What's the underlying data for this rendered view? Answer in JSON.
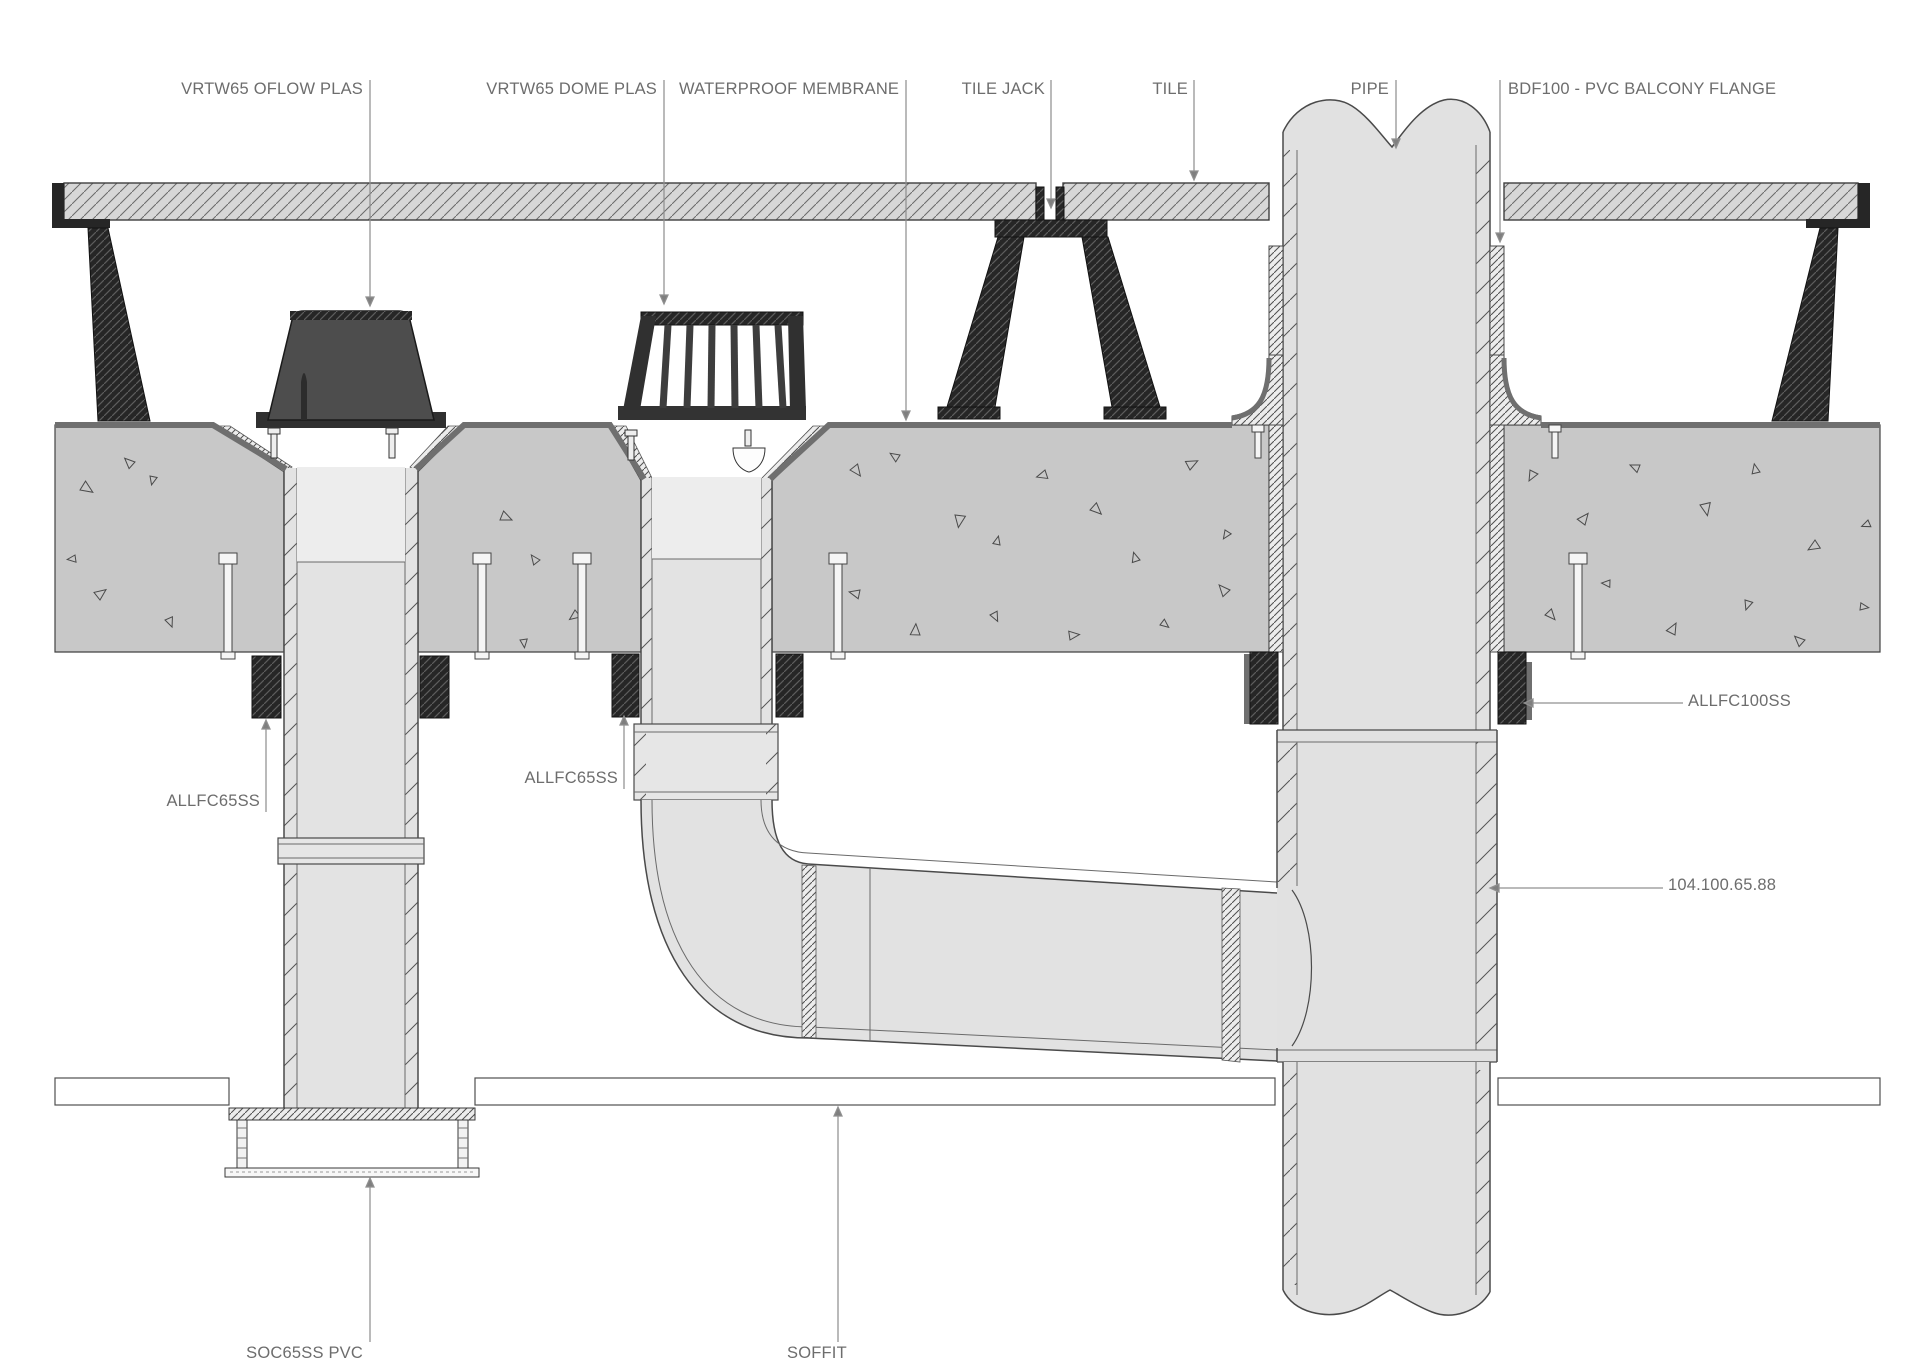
{
  "drawing_type": "plumbing-construction-detail",
  "labels": {
    "oflow": "VRTW65 OFLOW PLAS",
    "dome": "VRTW65 DOME PLAS",
    "membrane": "WATERPROOF MEMBRANE",
    "tile_jack": "TILE JACK",
    "tile": "TILE",
    "pipe": "PIPE",
    "bdf100": "BDF100 - PVC BALCONY FLANGE",
    "allfc65ss_left": "ALLFC65SS",
    "allfc65ss_mid": "ALLFC65SS",
    "allfc100ss": "ALLFC100SS",
    "pipe_code": "104.100.65.88",
    "soc65ss": "SOC65SS PVC",
    "soffit": "SOFFIT"
  },
  "colors": {
    "label_text": "#6d6d6d",
    "leader_line": "#909090",
    "membrane": "#6f6f6f",
    "concrete": "#c8c8c8",
    "tile": "#d7d7d7",
    "pipe_fill": "#e2e2e2",
    "dark_fitting": "#262626",
    "outline": "#454545",
    "background": "#ffffff"
  }
}
